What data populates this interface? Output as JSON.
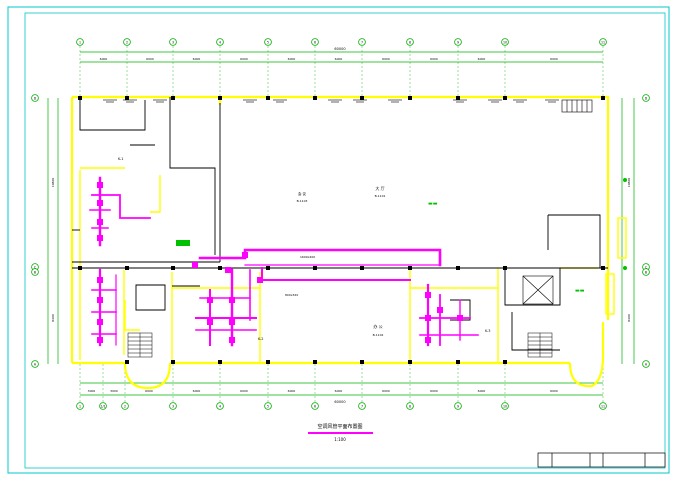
{
  "drawing": {
    "caption_line1": "空调风管平面布置图",
    "caption_line2": "1:100",
    "title_block": [
      "",
      "",
      "",
      "",
      ""
    ]
  },
  "grid": {
    "top": [
      "1",
      "2",
      "3",
      "4",
      "5",
      "6",
      "7",
      "8",
      "9",
      "10",
      "11"
    ],
    "bottom": [
      "1",
      "1/1",
      "2",
      "3",
      "4",
      "5",
      "6",
      "7",
      "8",
      "9",
      "10",
      "11"
    ],
    "left": [
      "D",
      "C",
      "B",
      "A"
    ],
    "right": [
      "D",
      "C",
      "B",
      "A"
    ]
  },
  "dimensions": {
    "top_total": "60000",
    "top_spans": [
      "6000",
      "6000",
      "6000",
      "6000",
      "6000",
      "6000",
      "6000",
      "6000",
      "6000",
      "6000"
    ],
    "bottom_total": "60000",
    "bottom_spans": [
      "3000",
      "3000",
      "6000",
      "6000",
      "6000",
      "6000",
      "6000",
      "6000",
      "6000",
      "6000",
      "6000"
    ],
    "left_spans": [
      "10800",
      "8400"
    ],
    "right_spans": [
      "10800",
      "8400"
    ]
  },
  "rooms": {
    "hall_name": "大 厅",
    "hall_note": "B-1101",
    "office_name": "办 公",
    "office_note": "B-1102",
    "meeting_name": "会 议",
    "meeting_note": "B-1103"
  },
  "equipment": {
    "ahu_left": "K-1",
    "ahu_mid": "K-2",
    "ahu_right": "K-3",
    "duct_main": "1600x400",
    "duct_branch": "800x320"
  },
  "colors": {
    "wall": "#ffff00",
    "duct": "#ff00ff",
    "grid_line": "#00b000",
    "frame": "#00c8c8",
    "structure": "#000000"
  }
}
